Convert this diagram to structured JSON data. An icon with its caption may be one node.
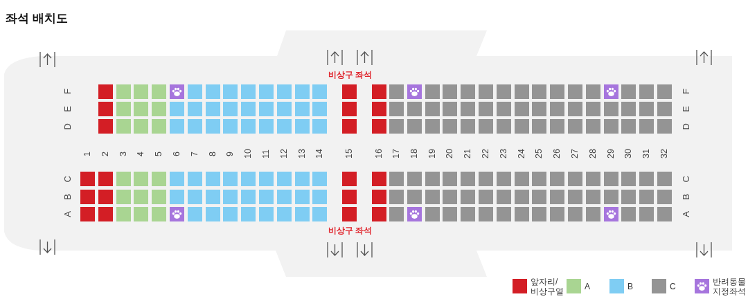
{
  "diagram": {
    "title": "좌석 배치도",
    "labels": [
      "비상구 좌석",
      "F",
      "F",
      "E",
      "E",
      "D",
      "D",
      "1",
      "2",
      "3",
      "4",
      "5",
      "6",
      "7",
      "8",
      "9",
      "10",
      "11",
      "12",
      "13",
      "14",
      "15",
      "16",
      "17",
      "18",
      "19",
      "20",
      "21",
      "22",
      "23",
      "24",
      "25",
      "26",
      "27",
      "28",
      "29",
      "30",
      "31",
      "32",
      "C",
      "C",
      "B",
      "B",
      "A",
      "A",
      "비상구 좌석"
    ],
    "legend": [
      {
        "text": "앞자리/ 비상구열",
        "color": "#d31e25"
      },
      {
        "text": "A",
        "color": "#a9d592"
      },
      {
        "text": "B",
        "color": "#7fcdf3"
      },
      {
        "text": "C",
        "color": "#949494"
      },
      {
        "text": "반려동물 지정좌석",
        "color": "#a675dd"
      }
    ]
  }
}
